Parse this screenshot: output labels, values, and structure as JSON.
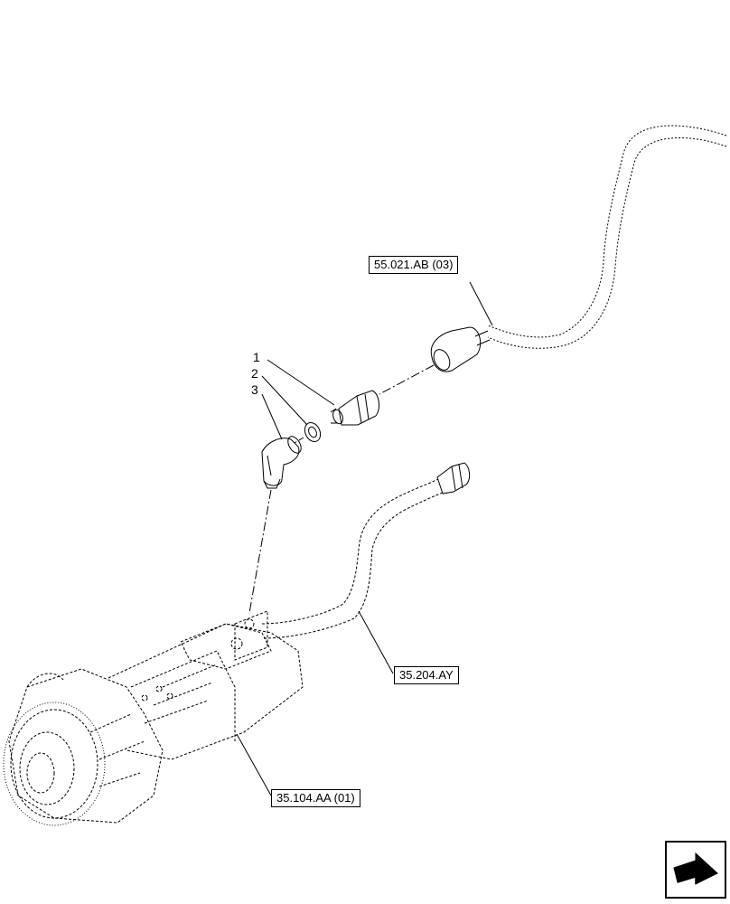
{
  "references": [
    {
      "id": "ref-55",
      "label": "55.021.AB (03)"
    },
    {
      "id": "ref-35-204",
      "label": "35.204.AY"
    },
    {
      "id": "ref-35-104",
      "label": "35.104.AA (01)"
    }
  ],
  "callouts": [
    {
      "number": "1"
    },
    {
      "number": "2"
    },
    {
      "number": "3"
    }
  ],
  "icons": {
    "navigation": "arrow-next-icon"
  }
}
